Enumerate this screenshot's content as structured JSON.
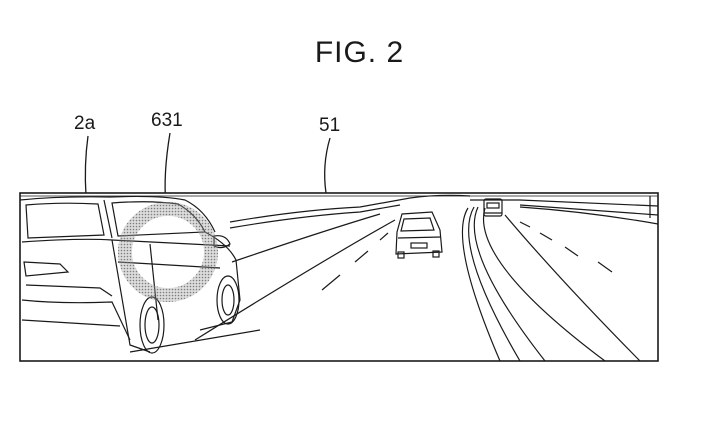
{
  "figure": {
    "title": "FIG. 2"
  },
  "reference_labels": {
    "vehicle": "2a",
    "highlight_ring": "631",
    "display_screen": "51"
  },
  "colors": {
    "line": "#1a1a1a",
    "highlight_ring": "#9a9a9a",
    "background": "#ffffff"
  }
}
